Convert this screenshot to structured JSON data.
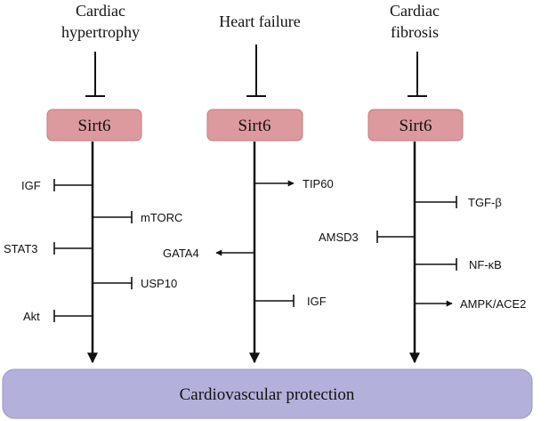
{
  "colors": {
    "line": "#111111",
    "sirt_fill": "#dd9a9e",
    "sirt_stroke": "#c07c80",
    "protection_fill": "#b3b1db",
    "protection_stroke": "#9896c4",
    "text": "#111111"
  },
  "columns": [
    {
      "condition_lines": [
        "Cardiac",
        "hypertrophy"
      ],
      "node": "Sirt6",
      "targets": [
        {
          "label": "IGF",
          "type": "inhibit"
        },
        {
          "label": "mTORC",
          "type": "inhibit"
        },
        {
          "label": "STAT3",
          "type": "inhibit"
        },
        {
          "label": "USP10",
          "type": "inhibit"
        },
        {
          "label": "Akt",
          "type": "inhibit"
        }
      ]
    },
    {
      "condition_lines": [
        "Heart failure"
      ],
      "node": "Sirt6",
      "targets": [
        {
          "label": "TIP60",
          "type": "activate"
        },
        {
          "label": "GATA4",
          "type": "activate"
        },
        {
          "label": "IGF",
          "type": "inhibit"
        }
      ]
    },
    {
      "condition_lines": [
        "Cardiac",
        "fibrosis"
      ],
      "node": "Sirt6",
      "targets": [
        {
          "label": "TGF-β",
          "type": "inhibit"
        },
        {
          "label": "AMSD3",
          "type": "inhibit"
        },
        {
          "label": "NF-κB",
          "type": "inhibit"
        },
        {
          "label": "AMPK/ACE2",
          "type": "activate"
        }
      ]
    }
  ],
  "outcome": "Cardiovascular protection"
}
